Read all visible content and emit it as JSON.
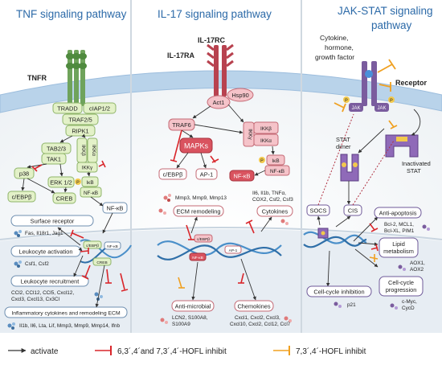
{
  "panels": {
    "tnf": {
      "title": "TNF signaling pathway",
      "receptor": "TNFR",
      "nodes": {
        "tradd": "TRADD",
        "ciap": "cIAP1/2",
        "traf25": "TRAF2/5",
        "ripk1": "RIPK1",
        "tab23": "TAB2/3",
        "tak1": "TAK1",
        "ikkb": "IKKβ",
        "ikka": "IKKα",
        "ikkg": "IKKγ",
        "p38": "p38",
        "erk": "ERK 1/2",
        "ikb_p": "P",
        "ikb": "IκB",
        "nfkb_a": "NF-κB",
        "cebpb": "c/EBPβ",
        "creb": "CREB",
        "nfkb_b": "NF-κB"
      },
      "dna_labels": {
        "cebp": "c/EBPβ",
        "nfkb": "NF-κB",
        "creb": "CREB"
      },
      "outputs": {
        "surface_receptor": "Surface receptor",
        "surface_genes": "Fas, Il18r1, Jag1",
        "leukocyte_activation": "Leukocyte  activation",
        "activation_genes": "Csf1, Csf2",
        "leukocyte_recruitment": "Leukocyte recruitment",
        "recruitment_genes_1": "CCl2, CCl12, CCl5,  Cxcl12,",
        "recruitment_genes_2": "Cxcl3, Cxcl13, Cx3Cl",
        "inflammatory": "Inflammatory cytokines and remodeling ECM",
        "inflammatory_genes": "Il1b, Il6, Lta, Lif, Mmp3, Mmp9, Mmp14, Ifnb"
      }
    },
    "il17": {
      "title": "IL-17 signaling pathway",
      "receptor_rc": "IL-17RC",
      "receptor_ra": "IL-17RA",
      "nodes": {
        "hsp90": "Hsp90",
        "act1": "Act1",
        "traf6": "TRAF6",
        "ikkb": "IKKβ",
        "ikka": "IKKα",
        "ikkg": "IKKγ",
        "mapks": "MAPKs",
        "cebpb": "c/EBPβ",
        "ap1": "AP-1",
        "ikb_p": "P",
        "ikb": "IκB",
        "nfkb_a": "NF-κB",
        "nfkb_b": "NF-κB"
      },
      "genes_mmp": "Mmp3, Mmp9, Mmp13",
      "genes_cyt_1": "Il6, Il1b, TNFα,",
      "genes_cyt_2": "COX2, Csf2, Csf3",
      "ecm": "ECM remodeling",
      "cytokines": "Cytokines",
      "dna_labels": {
        "cebp": "c/EBPβ",
        "ap1": "AP-1",
        "nfkb": "NF-κB"
      },
      "antimicrobial": "Anti-microbial",
      "antimicrobial_genes": [
        "LCN2, S100A8,",
        "S100A9"
      ],
      "chemokines": "Chemokines",
      "chemokine_genes": [
        "Cxcl1, Cxcl2, Cxcl3,",
        "Cxcl10, Cxcl2, Ccl12, Ccl7"
      ]
    },
    "jak": {
      "title": "JAK-STAT signaling",
      "title2": "pathway",
      "ligand": [
        "Cytokine,",
        "hormone,",
        "growth factor"
      ],
      "receptor": "Receptor",
      "jak": "JAK",
      "p": "P",
      "stat_dimer": [
        "STAT",
        "dimer"
      ],
      "inactivated": [
        "Inactivated",
        "STAT"
      ],
      "socs": "SOCS",
      "cis": "CIS",
      "anti_apoptosis": "Anti-apoptosis",
      "anti_apoptosis_genes": [
        "Bcl-2, MCL1,",
        "Bcl-XL, PIM1"
      ],
      "lipid": [
        "Lipid",
        "metabolism"
      ],
      "lipid_genes": [
        "AOX1,",
        "AOX2"
      ],
      "cell_cycle": [
        "Cell-cycle",
        "progression"
      ],
      "cell_cycle_genes": [
        "c-Myc,",
        "CycD"
      ],
      "cc_inhibition": "Cell-cycle inhibition",
      "cc_inhibition_genes": "p21"
    }
  },
  "legend": {
    "activate": "activate",
    "inhibit_red": "6,3´,4´and 7,3´,4´-HOFL inhibit",
    "inhibit_orange": "7,3´,4´-HOFL inhibit"
  },
  "colors": {
    "title": "#2c6aa8",
    "membrane": "#b9d3ea",
    "receptor": "#b8424f",
    "green_node": "#e3f1c8",
    "pink_node": "#f5c3c9",
    "mapk": "#d9535f",
    "jak": "#7a5c9e",
    "inhibit_red": "#d9262b",
    "inhibit_orange": "#f0a020"
  }
}
